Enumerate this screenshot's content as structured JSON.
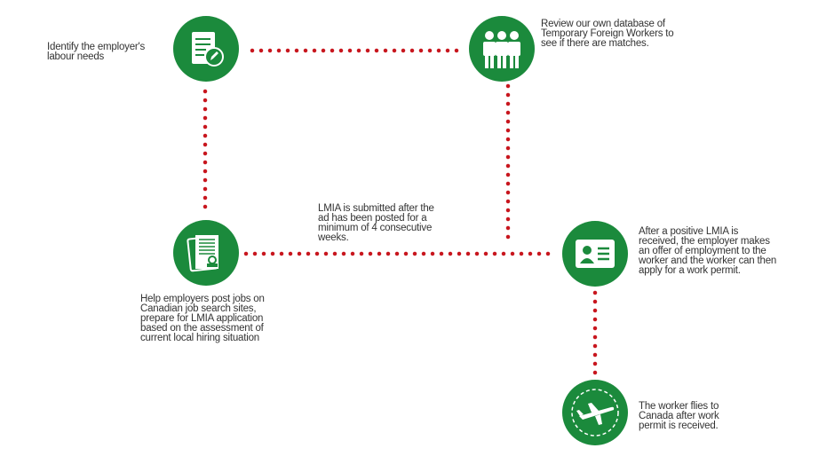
{
  "colors": {
    "node": "#1b8a3c",
    "dots": "#c8161e"
  },
  "steps": [
    {
      "icon": "document-pencil-icon",
      "text": "Identify the employer's labour needs"
    },
    {
      "icon": "workers-icon",
      "text": "Review our own database of Temporary Foreign Workers to see if there are matches."
    },
    {
      "icon": "contract-stamp-icon",
      "text": "Help employers post jobs on Canadian job search sites, prepare for LMIA application based on the assessment of current local hiring situation"
    },
    {
      "icon": "id-card-icon",
      "text": "After a positive LMIA is received, the employer makes an offer of employment to the worker and the worker can then apply for a work permit."
    },
    {
      "icon": "airplane-icon",
      "text": "The worker flies to Canada after work permit is received."
    }
  ],
  "note": "LMIA is submitted after the ad has been posted for a minimum of 4 consecutive weeks."
}
